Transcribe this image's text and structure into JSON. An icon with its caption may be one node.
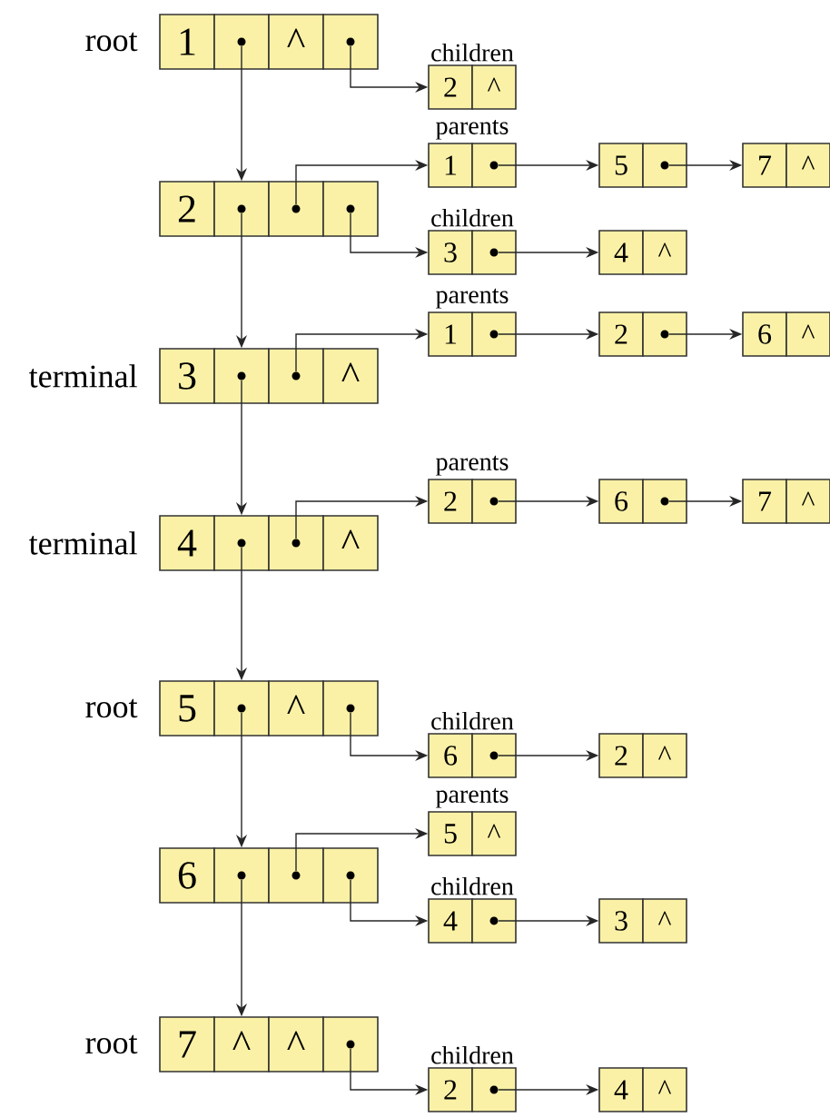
{
  "diagram": {
    "nodes": [
      {
        "text": [
          "1"
        ],
        "beside": [
          "root"
        ]
      },
      {
        "text": [],
        "shape": "box"
      },
      {
        "text": [
          "^"
        ]
      },
      {
        "text": [],
        "shape": "box"
      },
      {
        "text": [
          "2"
        ],
        "beside": [
          "children"
        ]
      },
      {
        "text": [
          "^"
        ]
      },
      {
        "text": [
          "2"
        ]
      },
      {
        "text": [],
        "shape": "box"
      },
      {
        "text": [],
        "shape": "box"
      },
      {
        "text": [],
        "shape": "box"
      },
      {
        "text": [
          "1"
        ],
        "beside": [
          "parents"
        ]
      },
      {
        "text": [],
        "shape": "box"
      },
      {
        "text": [
          "5"
        ]
      },
      {
        "text": [],
        "shape": "box"
      },
      {
        "text": [
          "7"
        ]
      },
      {
        "text": [
          "^"
        ]
      },
      {
        "text": [
          "3"
        ],
        "beside": [
          "children"
        ]
      },
      {
        "text": [],
        "shape": "box"
      },
      {
        "text": [
          "4"
        ]
      },
      {
        "text": [
          "^"
        ]
      },
      {
        "text": [
          "3"
        ],
        "beside": [
          "terminal"
        ]
      },
      {
        "text": [],
        "shape": "box"
      },
      {
        "text": [],
        "shape": "box"
      },
      {
        "text": [
          "^"
        ]
      },
      {
        "text": [
          "1"
        ],
        "beside": [
          "parents"
        ]
      },
      {
        "text": [],
        "shape": "box"
      },
      {
        "text": [
          "2"
        ]
      },
      {
        "text": [],
        "shape": "box"
      },
      {
        "text": [
          "6"
        ]
      },
      {
        "text": [
          "^"
        ]
      },
      {
        "text": [
          "4"
        ],
        "beside": [
          "terminal"
        ]
      },
      {
        "text": [],
        "shape": "box"
      },
      {
        "text": [],
        "shape": "box"
      },
      {
        "text": [
          "^"
        ]
      },
      {
        "text": [
          "2"
        ],
        "beside": [
          "parents"
        ]
      },
      {
        "text": [],
        "shape": "box"
      },
      {
        "text": [
          "6"
        ]
      },
      {
        "text": [],
        "shape": "box"
      },
      {
        "text": [
          "7"
        ]
      },
      {
        "text": [
          "^"
        ]
      },
      {
        "text": [
          "5"
        ],
        "beside": [
          "root"
        ]
      },
      {
        "text": [],
        "shape": "box"
      },
      {
        "text": [
          "^"
        ]
      },
      {
        "text": [],
        "shape": "box"
      },
      {
        "text": [
          "6"
        ],
        "beside": [
          "children"
        ]
      },
      {
        "text": [],
        "shape": "box"
      },
      {
        "text": [
          "2"
        ]
      },
      {
        "text": [
          "^"
        ]
      },
      {
        "text": [
          "6"
        ]
      },
      {
        "text": [],
        "shape": "box"
      },
      {
        "text": [],
        "shape": "box"
      },
      {
        "text": [],
        "shape": "box"
      },
      {
        "text": [
          "5"
        ],
        "beside": [
          "parents"
        ]
      },
      {
        "text": [
          "^"
        ]
      },
      {
        "text": [
          "4"
        ],
        "beside": [
          "children"
        ]
      },
      {
        "text": [],
        "shape": "box"
      },
      {
        "text": [
          "3"
        ]
      },
      {
        "text": [
          "^"
        ]
      },
      {
        "text": [
          "7"
        ],
        "beside": [
          "root"
        ]
      },
      {
        "text": [
          "^"
        ]
      },
      {
        "text": [
          "^"
        ]
      },
      {
        "text": [],
        "shape": "box"
      },
      {
        "text": [
          "2"
        ],
        "beside": [
          "children"
        ]
      },
      {
        "text": [],
        "shape": "box"
      },
      {
        "text": [
          "4"
        ]
      },
      {
        "text": [
          "^"
        ]
      }
    ],
    "edges": [
      {
        "from": 1,
        "to": 7,
        "arrow": "to"
      },
      {
        "from": 7,
        "to": 21,
        "arrow": "to"
      },
      {
        "from": 21,
        "to": 31,
        "arrow": "to"
      },
      {
        "from": 31,
        "to": 41,
        "arrow": "to"
      },
      {
        "from": 41,
        "to": 49,
        "arrow": "to"
      },
      {
        "from": 49,
        "to": 59,
        "arrow": "to"
      },
      {
        "from": 3,
        "to": 4,
        "arrow": "to"
      },
      {
        "from": 8,
        "to": 10,
        "arrow": "to"
      },
      {
        "from": 11,
        "to": 12,
        "arrow": "to"
      },
      {
        "from": 13,
        "to": 14,
        "arrow": "to"
      },
      {
        "from": 9,
        "to": 16,
        "arrow": "to"
      },
      {
        "from": 17,
        "to": 18,
        "arrow": "to"
      },
      {
        "from": 22,
        "to": 24,
        "arrow": "to"
      },
      {
        "from": 25,
        "to": 26,
        "arrow": "to"
      },
      {
        "from": 27,
        "to": 28,
        "arrow": "to"
      },
      {
        "from": 32,
        "to": 34,
        "arrow": "to"
      },
      {
        "from": 35,
        "to": 36,
        "arrow": "to"
      },
      {
        "from": 37,
        "to": 38,
        "arrow": "to"
      },
      {
        "from": 43,
        "to": 44,
        "arrow": "to"
      },
      {
        "from": 45,
        "to": 46,
        "arrow": "to"
      },
      {
        "from": 50,
        "to": 52,
        "arrow": "to"
      },
      {
        "from": 51,
        "to": 54,
        "arrow": "to"
      },
      {
        "from": 55,
        "to": 56,
        "arrow": "to"
      },
      {
        "from": 61,
        "to": 62,
        "arrow": "to"
      },
      {
        "from": 63,
        "to": 64,
        "arrow": "to"
      }
    ]
  }
}
